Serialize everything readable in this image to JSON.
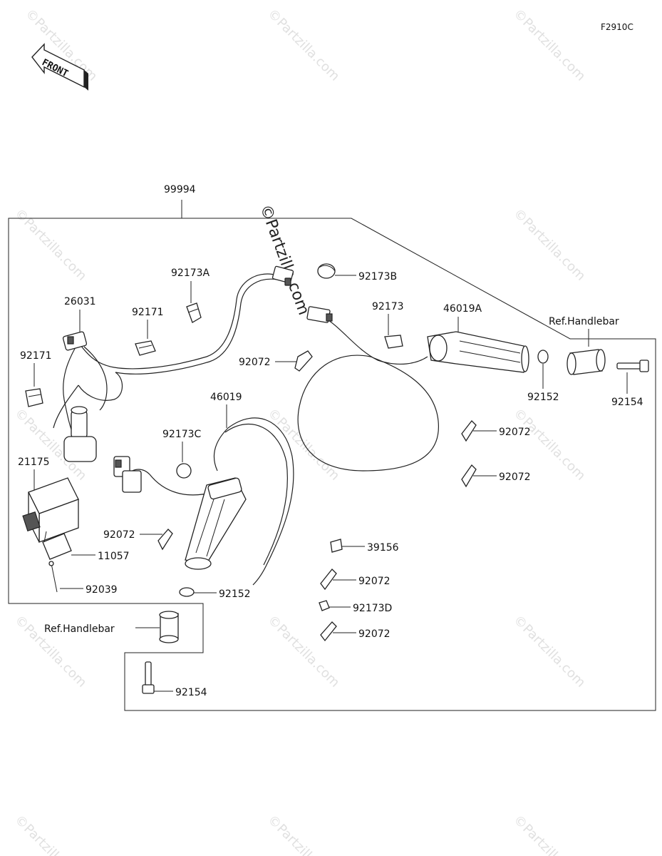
{
  "diagram_code": "F2910C",
  "front_arrow_label": "FRONT",
  "watermark": "©Partzilla.com",
  "parts": {
    "p99994": "99994",
    "p92173B": "92173B",
    "p92173A": "92173A",
    "p26031": "26031",
    "p92171_top": "92171",
    "p92173": "92173",
    "p46019A": "46019A",
    "ref_handlebar_right": "Ref.Handlebar",
    "p92171_left": "92171",
    "p92072_a": "92072",
    "p92152_right": "92152",
    "p92154_right": "92154",
    "p46019": "46019",
    "p92072_b": "92072",
    "p92173C": "92173C",
    "p92072_c": "92072",
    "p21175": "21175",
    "p92072_d": "92072",
    "p39156": "39156",
    "p11057": "11057",
    "p92039": "92039",
    "p92072_e": "92072",
    "p92152_bottom": "92152",
    "p92173D": "92173D",
    "ref_handlebar_left": "Ref.Handlebar",
    "p92072_f": "92072",
    "p92154_bottom": "92154"
  }
}
